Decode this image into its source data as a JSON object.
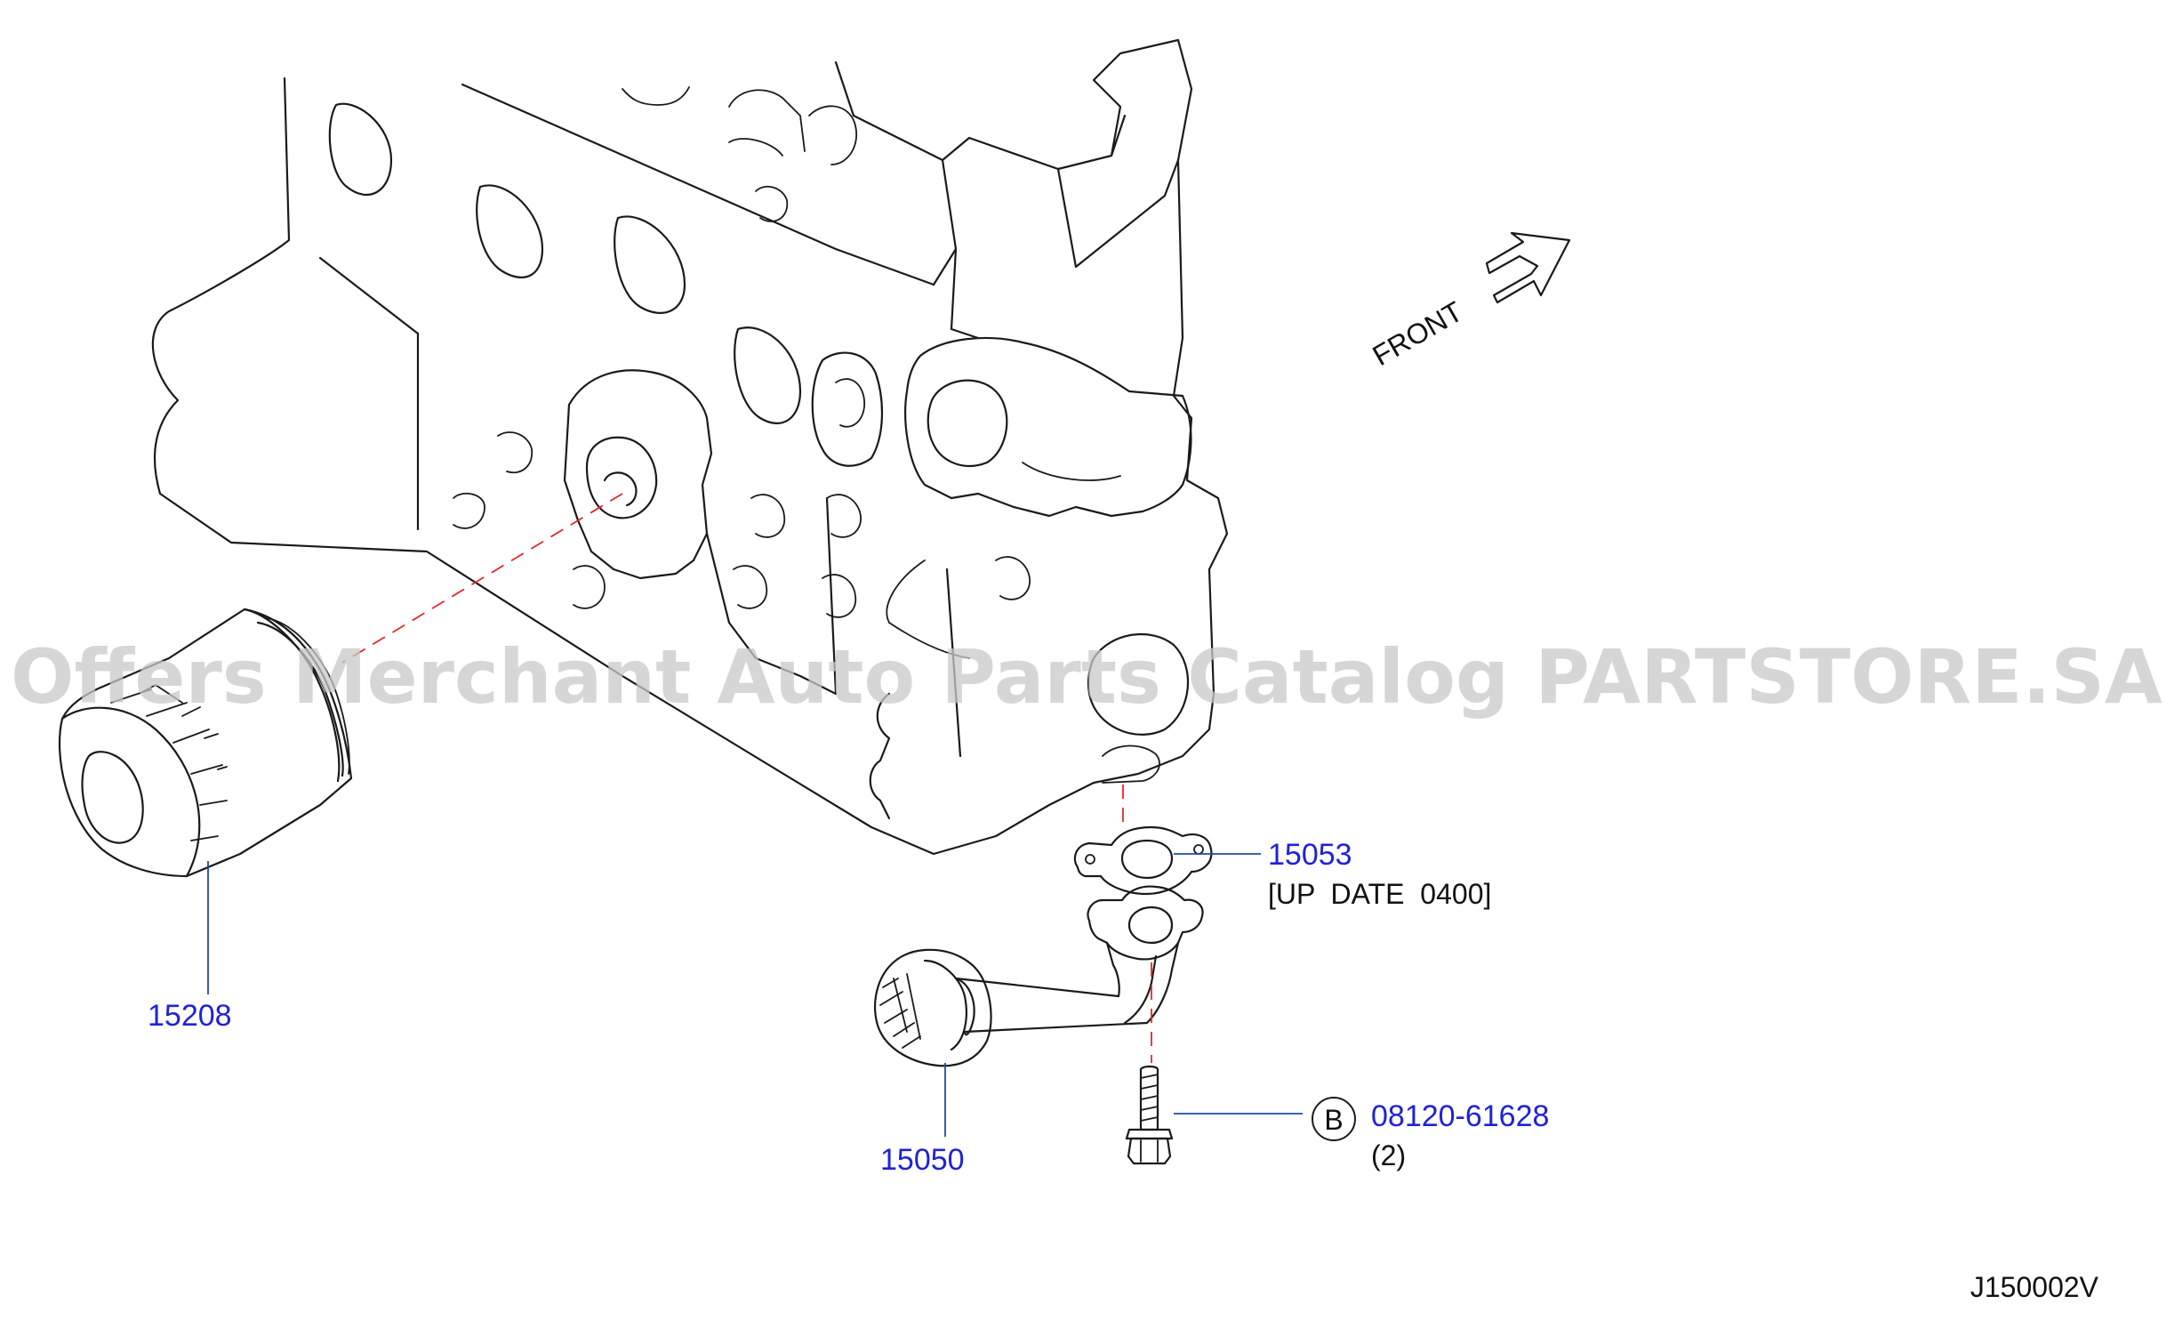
{
  "diagram": {
    "code": "J150002V",
    "watermark": "Offers Merchant Auto Parts Catalog PARTSTORE.SA",
    "front_label": "FRONT",
    "colors": {
      "line": "#1a1a1a",
      "callout_text": "#1f22d6",
      "leader": "#1f4aa8",
      "center_line": "#e8262a"
    }
  },
  "parts": [
    {
      "number": "15208",
      "note": ""
    },
    {
      "number": "15053",
      "note": "[UP  DATE  0400]"
    },
    {
      "number": "15050",
      "note": ""
    },
    {
      "number": "08120-61628",
      "ref": "B",
      "note": "(2)"
    }
  ]
}
